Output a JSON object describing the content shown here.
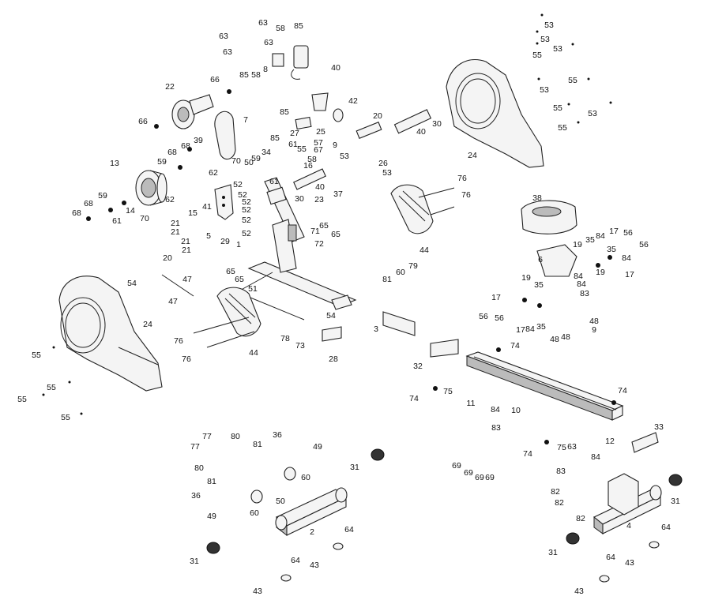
{
  "callouts": [
    {
      "label": "63"
    },
    {
      "label": "63"
    },
    {
      "label": "63"
    },
    {
      "label": "63"
    },
    {
      "label": "58"
    },
    {
      "label": "85"
    },
    {
      "label": "40"
    },
    {
      "label": "85"
    },
    {
      "label": "58"
    },
    {
      "label": "8"
    },
    {
      "label": "66"
    },
    {
      "label": "22"
    },
    {
      "label": "66"
    },
    {
      "label": "42"
    },
    {
      "label": "85"
    },
    {
      "label": "7"
    },
    {
      "label": "25"
    },
    {
      "label": "27"
    },
    {
      "label": "85"
    },
    {
      "label": "20"
    },
    {
      "label": "30"
    },
    {
      "label": "40"
    },
    {
      "label": "39"
    },
    {
      "label": "61"
    },
    {
      "label": "57"
    },
    {
      "label": "55"
    },
    {
      "label": "67"
    },
    {
      "label": "9"
    },
    {
      "label": "34"
    },
    {
      "label": "16"
    },
    {
      "label": "58"
    },
    {
      "label": "53"
    },
    {
      "label": "26"
    },
    {
      "label": "53"
    },
    {
      "label": "68"
    },
    {
      "label": "68"
    },
    {
      "label": "13"
    },
    {
      "label": "59"
    },
    {
      "label": "70"
    },
    {
      "label": "62"
    },
    {
      "label": "50"
    },
    {
      "label": "59"
    },
    {
      "label": "61"
    },
    {
      "label": "40"
    },
    {
      "label": "37"
    },
    {
      "label": "30"
    },
    {
      "label": "23"
    },
    {
      "label": "52"
    },
    {
      "label": "52"
    },
    {
      "label": "52"
    },
    {
      "label": "52"
    },
    {
      "label": "52"
    },
    {
      "label": "59"
    },
    {
      "label": "68"
    },
    {
      "label": "14"
    },
    {
      "label": "62"
    },
    {
      "label": "15"
    },
    {
      "label": "41"
    },
    {
      "label": "61"
    },
    {
      "label": "68"
    },
    {
      "label": "70"
    },
    {
      "label": "21"
    },
    {
      "label": "21"
    },
    {
      "label": "21"
    },
    {
      "label": "21"
    },
    {
      "label": "5"
    },
    {
      "label": "29"
    },
    {
      "label": "52"
    },
    {
      "label": "65"
    },
    {
      "label": "65"
    },
    {
      "label": "71"
    },
    {
      "label": "72"
    },
    {
      "label": "1"
    },
    {
      "label": "20"
    },
    {
      "label": "65"
    },
    {
      "label": "65"
    },
    {
      "label": "51"
    },
    {
      "label": "54"
    },
    {
      "label": "47"
    },
    {
      "label": "47"
    },
    {
      "label": "53"
    },
    {
      "label": "53"
    },
    {
      "label": "55"
    },
    {
      "label": "53"
    },
    {
      "label": "53"
    },
    {
      "label": "55"
    },
    {
      "label": "55"
    },
    {
      "label": "53"
    },
    {
      "label": "55"
    },
    {
      "label": "24"
    },
    {
      "label": "76"
    },
    {
      "label": "76"
    },
    {
      "label": "44"
    },
    {
      "label": "38"
    },
    {
      "label": "19"
    },
    {
      "label": "35"
    },
    {
      "label": "84"
    },
    {
      "label": "17"
    },
    {
      "label": "56"
    },
    {
      "label": "56"
    },
    {
      "label": "6"
    },
    {
      "label": "35"
    },
    {
      "label": "84"
    },
    {
      "label": "17"
    },
    {
      "label": "19"
    },
    {
      "label": "35"
    },
    {
      "label": "19"
    },
    {
      "label": "84"
    },
    {
      "label": "17"
    },
    {
      "label": "56"
    },
    {
      "label": "84"
    },
    {
      "label": "83"
    },
    {
      "label": "56"
    },
    {
      "label": "17"
    },
    {
      "label": "35"
    },
    {
      "label": "84"
    },
    {
      "label": "48"
    },
    {
      "label": "48"
    },
    {
      "label": "48"
    },
    {
      "label": "9"
    },
    {
      "label": "79"
    },
    {
      "label": "60"
    },
    {
      "label": "81"
    },
    {
      "label": "24"
    },
    {
      "label": "55"
    },
    {
      "label": "76"
    },
    {
      "label": "76"
    },
    {
      "label": "44"
    },
    {
      "label": "3"
    },
    {
      "label": "78"
    },
    {
      "label": "73"
    },
    {
      "label": "54"
    },
    {
      "label": "28"
    },
    {
      "label": "74"
    },
    {
      "label": "32"
    },
    {
      "label": "55"
    },
    {
      "label": "55"
    },
    {
      "label": "55"
    },
    {
      "label": "74"
    },
    {
      "label": "75"
    },
    {
      "label": "11"
    },
    {
      "label": "84"
    },
    {
      "label": "10"
    },
    {
      "label": "83"
    },
    {
      "label": "74"
    },
    {
      "label": "33"
    },
    {
      "label": "12"
    },
    {
      "label": "74"
    },
    {
      "label": "75"
    },
    {
      "label": "63"
    },
    {
      "label": "84"
    },
    {
      "label": "69"
    },
    {
      "label": "69"
    },
    {
      "label": "69"
    },
    {
      "label": "69"
    },
    {
      "label": "83"
    },
    {
      "label": "82"
    },
    {
      "label": "82"
    },
    {
      "label": "82"
    },
    {
      "label": "31"
    },
    {
      "label": "31"
    },
    {
      "label": "77"
    },
    {
      "label": "80"
    },
    {
      "label": "81"
    },
    {
      "label": "36"
    },
    {
      "label": "49"
    },
    {
      "label": "77"
    },
    {
      "label": "80"
    },
    {
      "label": "81"
    },
    {
      "label": "60"
    },
    {
      "label": "50"
    },
    {
      "label": "36"
    },
    {
      "label": "60"
    },
    {
      "label": "49"
    },
    {
      "label": "2"
    },
    {
      "label": "64"
    },
    {
      "label": "31"
    },
    {
      "label": "43"
    },
    {
      "label": "64"
    },
    {
      "label": "43"
    },
    {
      "label": "4"
    },
    {
      "label": "64"
    },
    {
      "label": "31"
    },
    {
      "label": "64"
    },
    {
      "label": "43"
    },
    {
      "label": "43"
    }
  ]
}
